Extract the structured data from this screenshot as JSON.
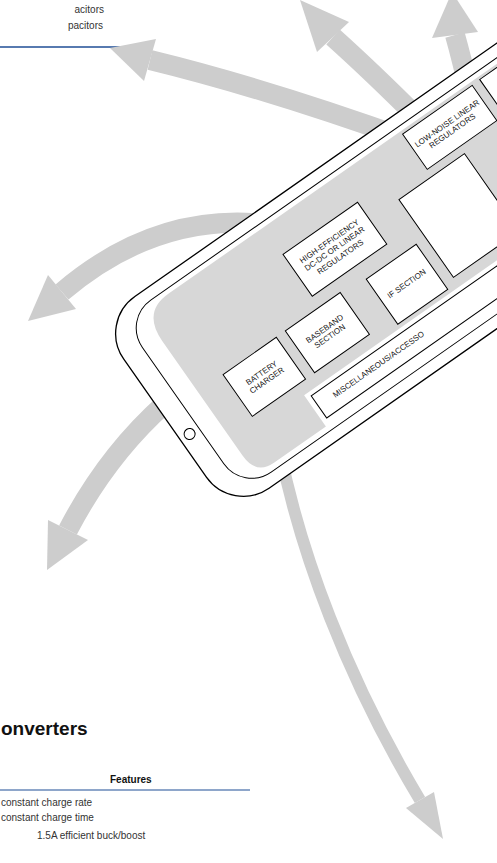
{
  "diagram": {
    "nodes": [
      {
        "text": [
          "LOW-NOISE LINEAR REGULATORS"
        ]
      },
      {
        "text": [
          "HIGH-EFFICIENCY DC-DC OR LINEAR REGULATORS"
        ]
      },
      {
        "text": [
          "IF SECTION"
        ]
      },
      {
        "text": [
          "BASEBAND SECTION"
        ]
      },
      {
        "text": [
          "BATTERY CHARGER"
        ]
      },
      {
        "text": [
          "MISCELLANEOUS/ACCESSO"
        ]
      }
    ],
    "edges": [
      {
        "from": 0,
        "to": 2,
        "arrow": "to"
      },
      {
        "from": 1,
        "to": 3,
        "arrow": "to"
      },
      {
        "from": 1,
        "to": 2,
        "arrow": "to"
      },
      {
        "from": 2,
        "to": 3,
        "arrow": "both"
      },
      {
        "from": 3,
        "to": 5,
        "arrow": "none"
      }
    ],
    "labels": [
      "acitors",
      "pacitors",
      "onverters",
      "Features",
      "constant charge rate",
      "constant charge time",
      "1.5A efficient buck/boost"
    ]
  }
}
